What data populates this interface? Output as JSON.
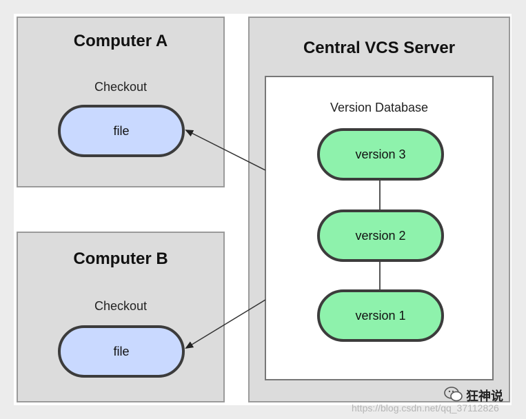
{
  "computer_a": {
    "title": "Computer A",
    "label": "Checkout",
    "file": "file"
  },
  "computer_b": {
    "title": "Computer B",
    "label": "Checkout",
    "file": "file"
  },
  "server": {
    "title": "Central VCS Server",
    "database_label": "Version Database",
    "versions": [
      "version 3",
      "version 2",
      "version 1"
    ]
  },
  "watermark": {
    "logo_icon": "wechat-icon",
    "name": "狂神说",
    "url": "https://blog.csdn.net/qq_37112826"
  },
  "colors": {
    "file_fill": "#c9d9ff",
    "version_fill": "#8ef2ac",
    "panel_fill": "#dcdcdc"
  }
}
